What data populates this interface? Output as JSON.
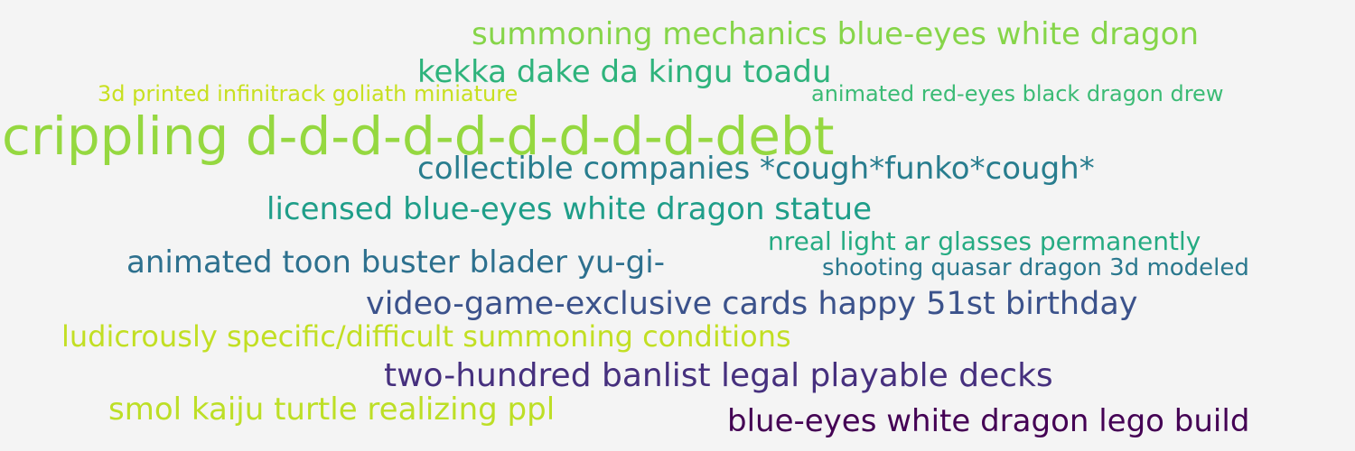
{
  "words": [
    {
      "text": "summoning mechanics blue-eyes white dragon",
      "color": "#86d549"
    },
    {
      "text": "kekka dake da kingu toadu",
      "color": "#2eb37c"
    },
    {
      "text": "3d printed infinitrack goliath miniature",
      "color": "#c8e020"
    },
    {
      "text": "animated red-eyes black dragon drew",
      "color": "#3bbb75"
    },
    {
      "text": "crippling d-d-d-d-d-d-d-d-d-debt",
      "color": "#95d840"
    },
    {
      "text": "collectible companies *cough*funko*cough*",
      "color": "#287d8e"
    },
    {
      "text": "licensed blue-eyes white dragon statue",
      "color": "#1f9e89"
    },
    {
      "text": "nreal light ar glasses permanently",
      "color": "#25ab82"
    },
    {
      "text": "animated toon buster blader yu-gi-",
      "color": "#2d708e"
    },
    {
      "text": "shooting quasar dragon 3d modeled",
      "color": "#2a788e"
    },
    {
      "text": "video-game-exclusive cards happy 51st birthday",
      "color": "#3b528b"
    },
    {
      "text": "ludicrously specific/difficult summoning conditions",
      "color": "#c2df23"
    },
    {
      "text": "two-hundred banlist legal playable decks",
      "color": "#46307e"
    },
    {
      "text": "smol kaiju turtle realizing ppl",
      "color": "#bddf26"
    },
    {
      "text": "blue-eyes white dragon lego build",
      "color": "#440154"
    }
  ]
}
